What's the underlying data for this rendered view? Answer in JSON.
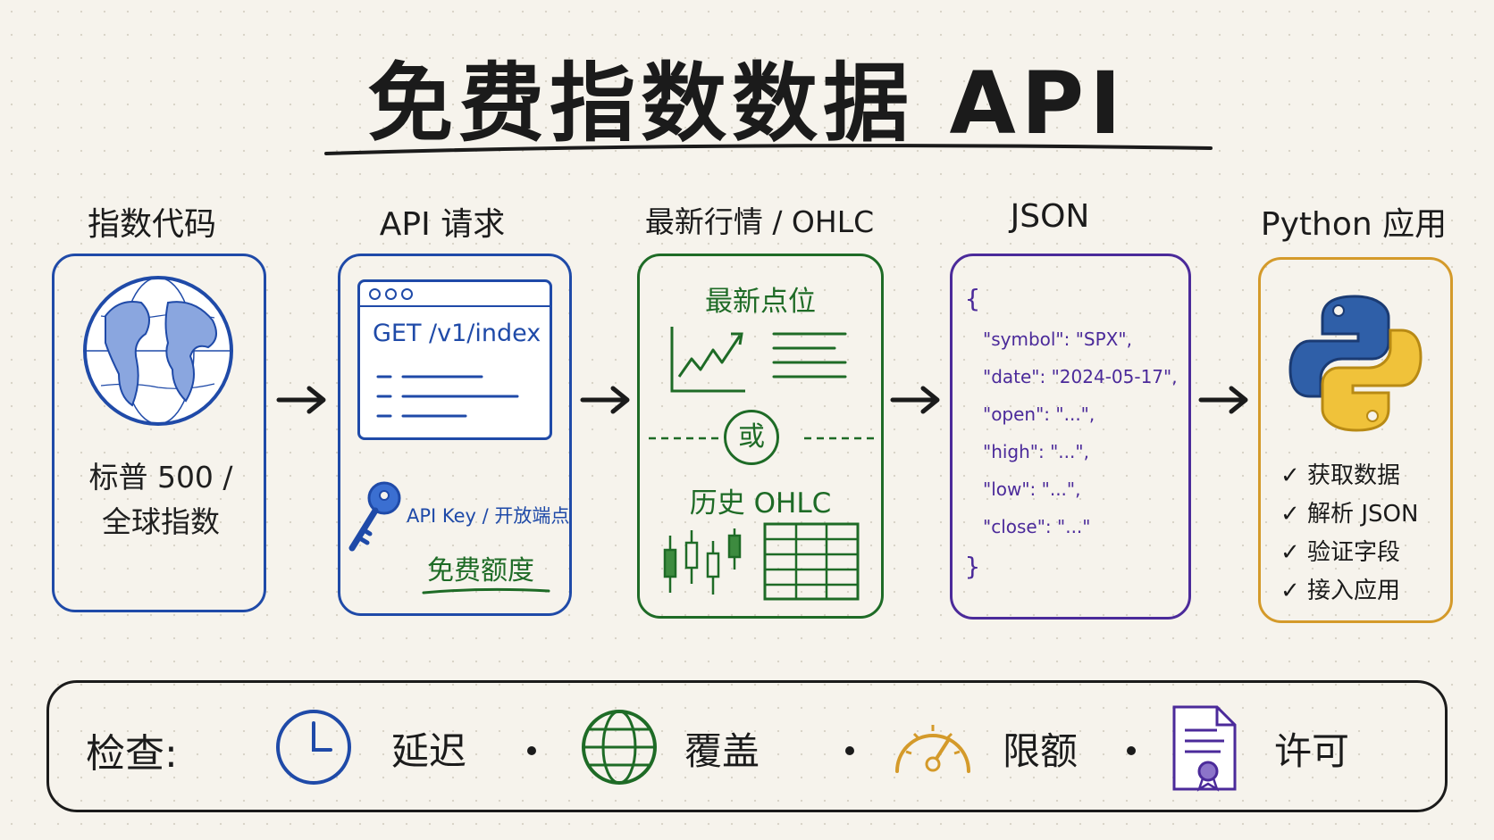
{
  "title": "免费指数数据 API",
  "columns": [
    {
      "label": "指数代码",
      "text_line1": "标普 500 /",
      "text_line2": "全球指数"
    },
    {
      "label": "API 请求",
      "request": "GET /v1/index",
      "key_label": "API Key / 开放端点",
      "quota": "免费额度"
    },
    {
      "label": "最新行情 / OHLC",
      "latest": "最新点位",
      "or": "或",
      "history": "历史 OHLC"
    },
    {
      "label": "JSON",
      "open_brace": "{",
      "close_brace": "}",
      "lines": [
        "\"symbol\": \"SPX\",",
        "\"date\": \"2024-05-17\",",
        "\"open\": \"...\",",
        "\"high\": \"...\",",
        "\"low\": \"...\",",
        "\"close\": \"...\""
      ]
    },
    {
      "label": "Python 应用",
      "checks": [
        "✓ 获取数据",
        "✓ 解析 JSON",
        "✓ 验证字段",
        "✓ 接入应用"
      ]
    }
  ],
  "checks_bar": {
    "label": "检查:",
    "items": [
      {
        "label": "延迟",
        "icon": "clock-icon"
      },
      {
        "label": "覆盖",
        "icon": "globe-icon"
      },
      {
        "label": "限额",
        "icon": "gauge-icon"
      },
      {
        "label": "许可",
        "icon": "license-icon"
      }
    ]
  },
  "colors": {
    "blue": "#1f4aa8",
    "green": "#1e6b26",
    "purple": "#4b2a9a",
    "orange": "#d49a2a"
  }
}
